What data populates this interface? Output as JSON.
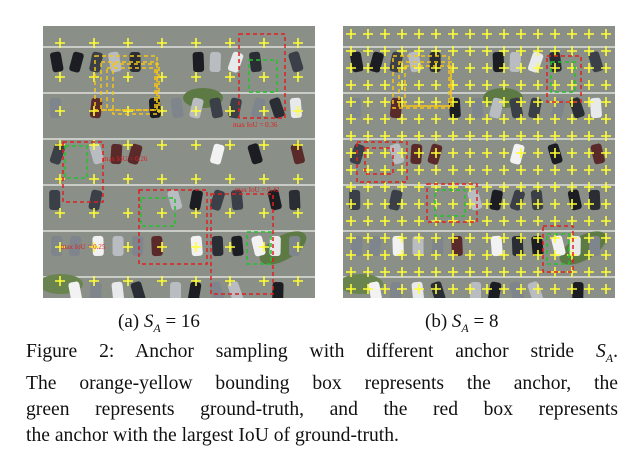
{
  "panels": [
    {
      "id": "a",
      "label_prefix": "(a) ",
      "var": "S",
      "sub": "A",
      "eq": " = 16",
      "annotations": [
        "max IoU = 0.36",
        "max IoU = 0.26",
        "max IoU = 0.42",
        "max IoU = 0.25"
      ]
    },
    {
      "id": "b",
      "label_prefix": "(b) ",
      "var": "S",
      "sub": "A",
      "eq": " = 8",
      "annotations": []
    }
  ],
  "caption": {
    "line1_pre": "Figure 2: Anchor sampling with different anchor stride ",
    "line1_var": "S",
    "line1_sub": "A",
    "line1_post": ".",
    "line2": "The orange-yellow bounding box represents the anchor, the",
    "line3": "green represents ground-truth, and the red box represents",
    "line4": "the anchor with the largest IoU of ground-truth."
  },
  "colors": {
    "anchor_marker": "#ffff33",
    "anchor_box": "#f5c518",
    "ground_truth": "#22c22a",
    "best_anchor": "#e02020",
    "pavement": "#8a8f88"
  }
}
